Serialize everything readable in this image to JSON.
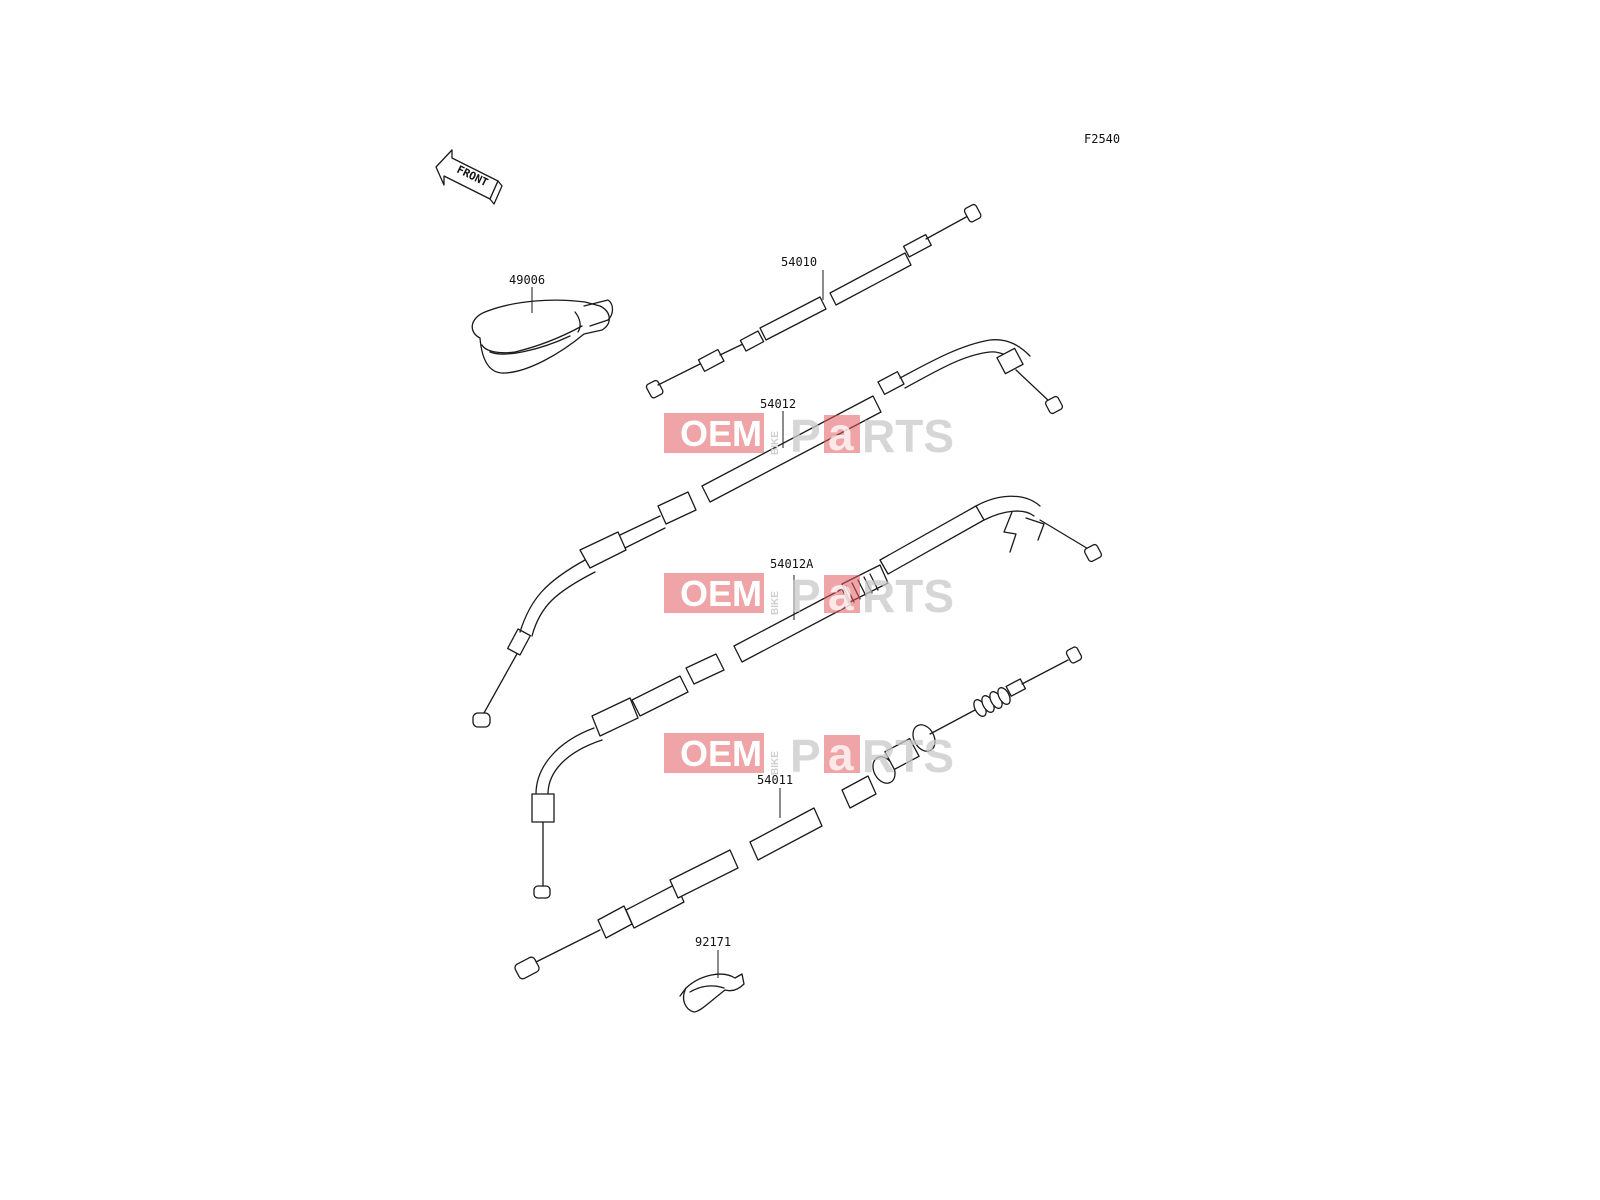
{
  "diagram_code": "F2540",
  "front_label": "FRONT",
  "parts": [
    {
      "number": "49006"
    },
    {
      "number": "54010"
    },
    {
      "number": "54012"
    },
    {
      "number": "54012A"
    },
    {
      "number": "54011"
    },
    {
      "number": "92171"
    }
  ],
  "watermark": {
    "left": "OEM",
    "vertical": "BIKE",
    "right_start": "P",
    "right_mid": "a",
    "right_end": "RTS"
  },
  "colors": {
    "line": "#1a1a1a",
    "watermark_red": "#e15a5f",
    "watermark_gray": "#c9c9c9"
  }
}
